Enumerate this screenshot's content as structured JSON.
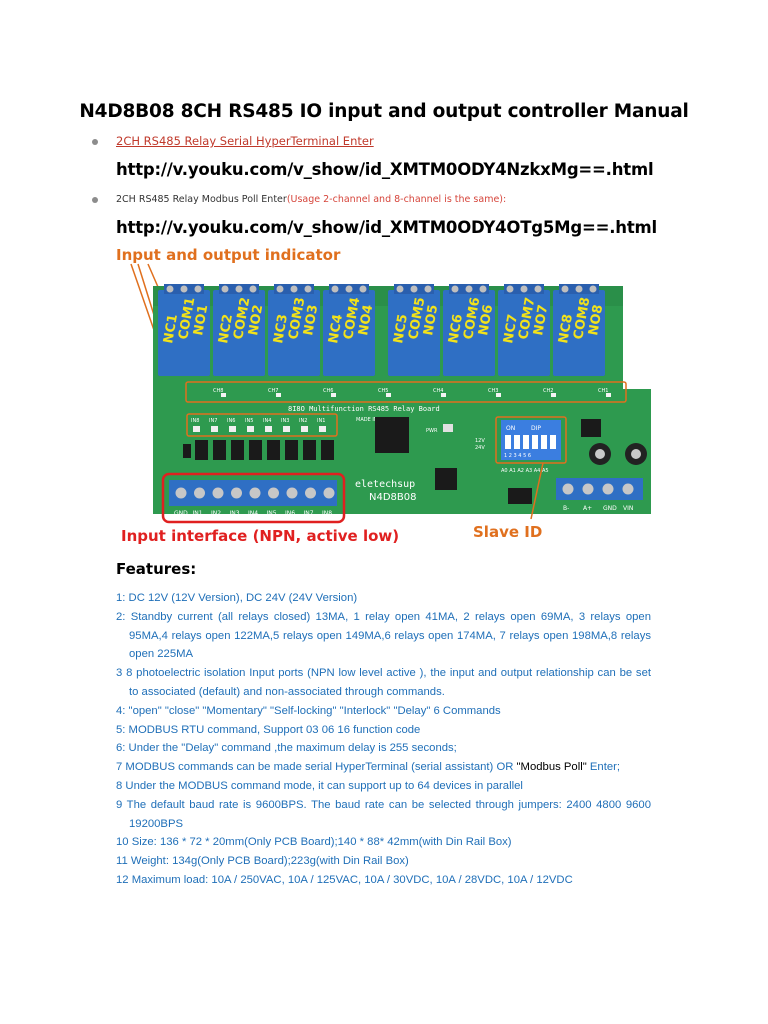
{
  "title": "N4D8B08 8CH RS485 IO input and output controller Manual",
  "links": {
    "item1_text": "2CH RS485 Relay Serial HyperTerminal Enter",
    "url1": "http://v.youku.com/v_show/id_XMTM0ODY4NzkxMg==.html",
    "item2_text": "2CH RS485 Relay Modbus Poll Enter",
    "item2_note": "(Usage 2-channel and 8-channel is the same):",
    "url2": "http://v.youku.com/v_show/id_XMTM0ODY4OTg5Mg==.html"
  },
  "photo": {
    "callout_top": "Input and output indicator",
    "callout_input": "Input interface (NPN, active low)",
    "callout_slave": "Slave ID",
    "relay_labels": [
      "NC1",
      "COM1",
      "NO1",
      "NC2",
      "COM2",
      "NO2",
      "NC3",
      "COM3",
      "NO3",
      "NC4",
      "COM4",
      "NO4",
      "NC5",
      "COM5",
      "NO5",
      "NC6",
      "COM6",
      "NO6",
      "NC7",
      "COM7",
      "NO7",
      "NC8",
      "COM8",
      "NO8"
    ],
    "board_title": "8I8O Multifunction RS485 Relay Board",
    "made_in": "MADE IN CHINA",
    "brand": "eletechsup",
    "model": "N4D8B08",
    "input_terminals": [
      "GND",
      "IN1",
      "IN2",
      "IN3",
      "IN4",
      "IN5",
      "IN6",
      "IN7",
      "IN8"
    ],
    "power_terminals": [
      "B-",
      "A+",
      "GND",
      "VIN"
    ],
    "in_led_labels": [
      "IN8",
      "IN7",
      "IN6",
      "IN5",
      "IN4",
      "IN3",
      "IN2",
      "IN1"
    ],
    "ch_led_labels": [
      "CH1",
      "CH2",
      "CH3",
      "CH4",
      "CH5",
      "CH6",
      "CH7",
      "CH8"
    ],
    "pwr_label": "PWR",
    "dip_on": "ON",
    "dip_name": "DIP",
    "dip_numbers": "1 2 3 4 5 6",
    "jumper_12v": "12V",
    "jumper_24v": "24V",
    "addr_labels": "A0 A1 A2 A3 A4 A5"
  },
  "features_heading": "Features:",
  "features": [
    "1: DC 12V (12V Version), DC 24V (24V Version)",
    "2: Standby current (all relays closed) 13MA, 1 relay open 41MA, 2 relays open 69MA, 3 relays open 95MA,4 relays open 122MA,5 relays open 149MA,6 relays open 174MA, 7 relays open 198MA,8 relays open 225MA",
    "3 8 photoelectric isolation Input ports (NPN  low level active ), the input and output relationship can be set to associated (default) and non-associated through commands.",
    "4: \"open\" \"close\"  \"Momentary\" \"Self-locking\" \"Interlock\" \"Delay\" 6 Commands",
    "5: MODBUS RTU command, Support 03 06 16 function code",
    "6: Under the \"Delay\" command ,the maximum delay is 255 seconds;",
    "8 Under the MODBUS command mode, it can support up to 64 devices in parallel",
    "9 The default baud rate is 9600BPS. The baud rate can be selected through jumpers: 2400 4800 9600 19200BPS",
    "10  Size: 136 * 72 * 20mm(Only PCB Board);140 * 88* 42mm(with Din Rail Box)",
    "11 Weight: 134g(Only PCB Board);223g(with Din Rail Box)",
    "12 Maximum load: 10A / 250VAC, 10A / 125VAC, 10A / 30VDC, 10A / 28VDC, 10A / 12VDC"
  ],
  "feature7": {
    "part1": "7 MODBUS commands can be made serial HyperTerminal (serial assistant)  OR ",
    "part2": "\"Modbus Poll\"",
    "part3": " Enter;"
  },
  "colors": {
    "pcb": "#2e9a4f",
    "relay": "#2f6fc4",
    "relay_label": "#f2e21b",
    "callout": "#e0701e",
    "feature_text": "#1f6fb8",
    "red_box": "#e02020"
  }
}
